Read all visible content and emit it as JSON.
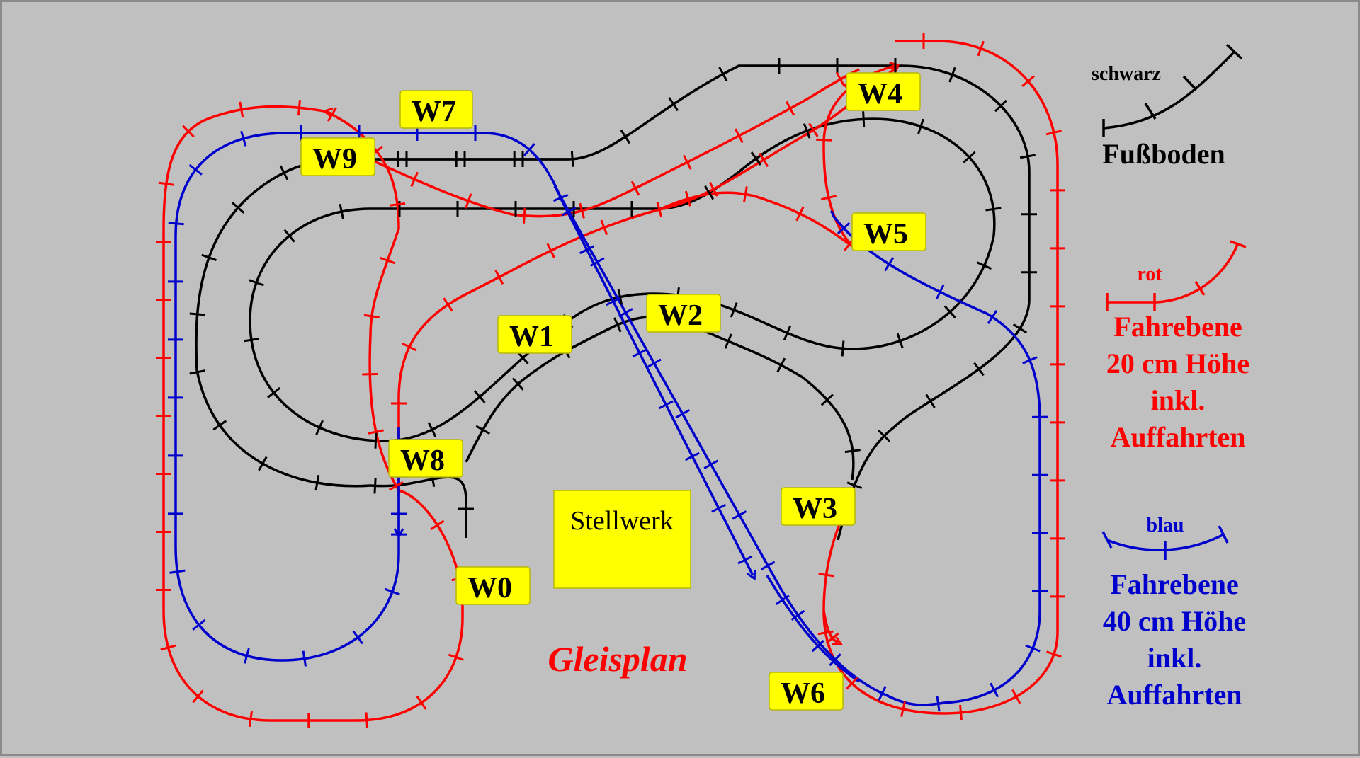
{
  "colors": {
    "background": "#c0c0c0",
    "black_track": "#000000",
    "red_track": "#ff0000",
    "blue_track": "#0000cc",
    "switch_box": "#ffff00"
  },
  "title": "Gleisplan",
  "control_room": "Stellwerk",
  "switches": [
    "W0",
    "W1",
    "W2",
    "W3",
    "W4",
    "W5",
    "W6",
    "W7",
    "W8",
    "W9"
  ],
  "legend": {
    "black": {
      "sample": "schwarz",
      "lines": [
        "Fußboden"
      ]
    },
    "red": {
      "sample": "rot",
      "lines": [
        "Fahrebene",
        "20 cm Höhe",
        "inkl.",
        "Auffahrten"
      ]
    },
    "blue": {
      "sample": "blau",
      "lines": [
        "Fahrebene",
        "40 cm Höhe",
        "inkl.",
        "Auffahrten"
      ]
    }
  }
}
